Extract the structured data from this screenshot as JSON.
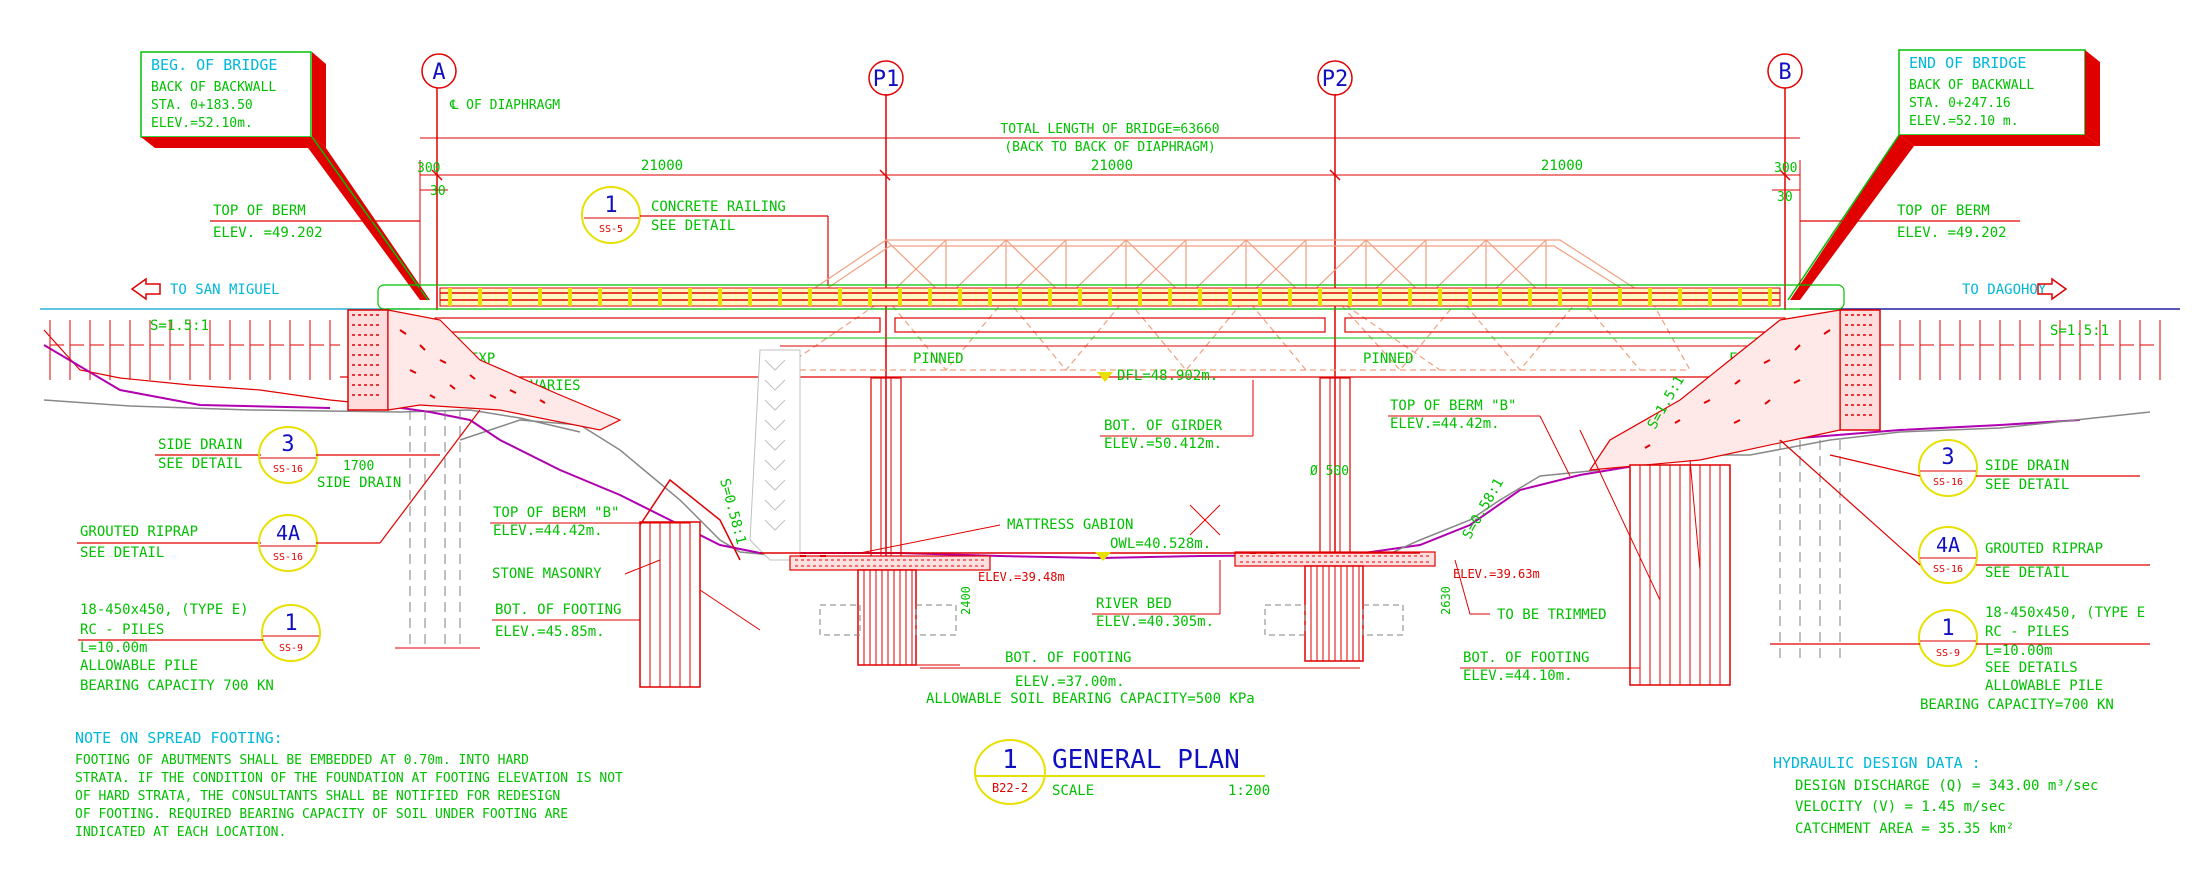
{
  "grid": {
    "a": "A",
    "p1": "P1",
    "p2": "P2",
    "b": "B"
  },
  "beg": {
    "title": "BEG. OF BRIDGE",
    "l1": "BACK OF BACKWALL",
    "l2": "STA. 0+183.50",
    "l3": "ELEV.=52.10m."
  },
  "end": {
    "title": "END OF BRIDGE",
    "l1": "BACK OF BACKWALL",
    "l2": "STA. 0+247.16",
    "l3": "ELEV.=52.10 m."
  },
  "cl_diaphragm": "℄ OF DIAPHRAGM",
  "total_length": "TOTAL LENGTH OF BRIDGE=63660",
  "total_length_sub": "(BACK TO BACK OF DIAPHRAGM)",
  "dims": {
    "d300a": "300",
    "d300b": "300",
    "d30a": "30",
    "d30b": "30",
    "span1": "21000",
    "span2": "21000",
    "span3": "21000"
  },
  "top_berm": {
    "label": "TOP OF BERM",
    "elev": "ELEV. =49.202"
  },
  "railing": {
    "num": "1",
    "sheet": "SS-5",
    "l1": "CONCRETE RAILING",
    "l2": "SEE DETAIL"
  },
  "to_san_miguel": "TO SAN MIGUEL",
  "to_dagohoy": "TO DAGOHOY",
  "slope": "S=1.5:1",
  "bearings": {
    "exp": "EXP",
    "pinned1": "PINNED",
    "pinned2": "PINNED",
    "fix": "FIX",
    "varies": "VARIES"
  },
  "dfl": "DFL=48.902m.",
  "bot_girder": {
    "l1": "BOT. OF GIRDER",
    "l2": "ELEV.=50.412m."
  },
  "top_berm_b": {
    "l1": "TOP OF BERM \"B\"",
    "l2": "ELEV.=44.42m."
  },
  "slope_small": "S=0.58:1",
  "side_drain": {
    "num": "3",
    "sheet": "SS-16",
    "l1": "SIDE DRAIN",
    "l2": "SEE DETAIL",
    "dim": "1700",
    "label2": "SIDE DRAIN"
  },
  "riprap": {
    "num": "4A",
    "sheet": "SS-16",
    "l1": "GROUTED RIPRAP",
    "l2": "SEE DETAIL"
  },
  "piles_left": {
    "num": "1",
    "sheet": "SS-9",
    "l1": "18-450x450, (TYPE E)",
    "l2": "RC - PILES",
    "l3": "L=10.00m",
    "l4": "ALLOWABLE PILE",
    "l5": "BEARING CAPACITY 700 KN"
  },
  "piles_right": {
    "num": "1",
    "sheet": "SS-9",
    "l1": "18-450x450, (TYPE E",
    "l2": "RC - PILES",
    "l3": "L=10.00m",
    "l4": "SEE DETAILS",
    "l5": "ALLOWABLE PILE",
    "l6": "BEARING CAPACITY=700 KN"
  },
  "stone_masonry": "STONE MASONRY",
  "bot_footing_left": {
    "l1": "BOT. OF FOOTING",
    "l2": "ELEV.=45.85m."
  },
  "bot_footing_right": {
    "l1": "BOT. OF FOOTING",
    "l2": "ELEV.=44.10m."
  },
  "mattress_gabion": "MATTRESS GABION",
  "owl": "OWL=40.528m.",
  "elev_pier1": "ELEV.=39.48m",
  "elev_pier2": "ELEV.=39.63m",
  "dia500": "Ø 500",
  "pier_dim1": "2400",
  "pier_dim2": "2630",
  "river_bed": {
    "l1": "RIVER BED",
    "l2": "ELEV.=40.305m."
  },
  "to_be_trimmed": "TO BE TRIMMED",
  "bot_footing_mid": {
    "l1": "BOT. OF FOOTING",
    "l2": "ELEV.=37.00m.",
    "l3": "ALLOWABLE SOIL BEARING CAPACITY=500 KPa"
  },
  "title": {
    "num": "1",
    "sheet": "B22-2",
    "name": "GENERAL PLAN",
    "scale_label": "SCALE",
    "scale": "1:200"
  },
  "note": {
    "title": "NOTE ON SPREAD FOOTING:",
    "l1": "FOOTING OF ABUTMENTS SHALL BE EMBEDDED AT 0.70m. INTO HARD",
    "l2": "STRATA. IF THE CONDITION OF THE FOUNDATION AT FOOTING ELEVATION IS NOT",
    "l3": "OF HARD STRATA, THE CONSULTANTS SHALL BE NOTIFIED FOR REDESIGN",
    "l4": "OF FOOTING. REQUIRED BEARING CAPACITY OF SOIL UNDER FOOTING ARE",
    "l5": "INDICATED AT EACH LOCATION."
  },
  "hydraulic": {
    "title": "HYDRAULIC DESIGN DATA :",
    "l1": "DESIGN DISCHARGE (Q) = 343.00 m³/sec",
    "l2": "VELOCITY (V) = 1.45 m/sec",
    "l3": "CATCHMENT AREA = 35.35 km²"
  },
  "colors": {
    "primary": "#e00000",
    "text": "#00c000",
    "note": "#00b8d8",
    "grid": "#1010c0",
    "bubble": "#e8e000",
    "slope_line": "#b000b0"
  }
}
